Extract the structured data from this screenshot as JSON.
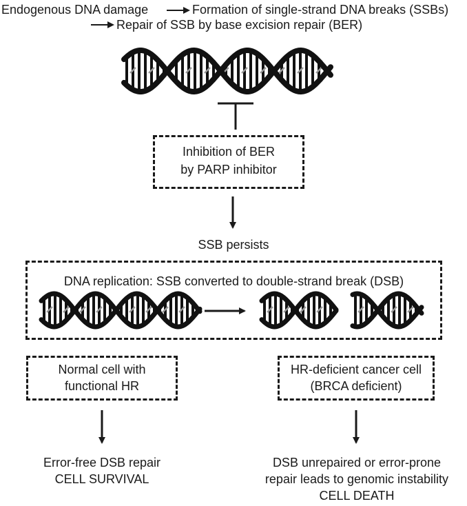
{
  "top": {
    "step1": "Endogenous DNA damage",
    "step2": "Formation of single-strand DNA breaks (SSBs)",
    "step3": "Repair of SSB by base excision repair (BER)"
  },
  "inhibition_box": {
    "line1": "Inhibition of BER",
    "line2": "by PARP inhibitor"
  },
  "persist_label": "SSB persists",
  "replication_box": {
    "title": "DNA replication: SSB converted to double-strand break (DSB)"
  },
  "normal_cell": {
    "box_line1": "Normal cell with",
    "box_line2": "functional HR",
    "outcome_line1": "Error-free DSB repair",
    "outcome_line2": "CELL SURVIVAL"
  },
  "cancer_cell": {
    "box_line1": "HR-deficient cancer cell",
    "box_line2": "(BRCA deficient)",
    "outcome_line1": "DSB unrepaired or error-prone",
    "outcome_line2": "repair leads to genomic instability",
    "outcome_line3": "CELL DEATH"
  },
  "colors": {
    "ink": "#1a1a1a",
    "strand": "#111111",
    "break_mark": "#9a9a9a"
  },
  "icons": [
    "dna-helix-icon",
    "inhibition-t-bar-icon",
    "arrow-down-icon",
    "arrow-right-icon"
  ]
}
